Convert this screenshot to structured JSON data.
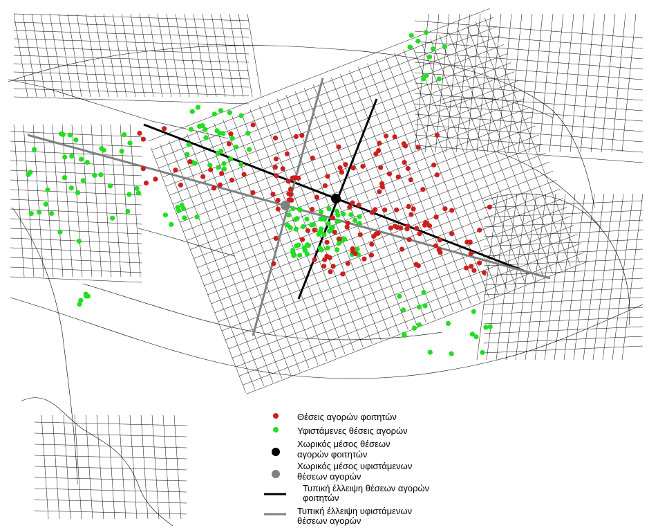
{
  "map": {
    "colors": {
      "background": "#ffffff",
      "street": "#000000",
      "student_points": "#cc1f1f",
      "existing_points": "#22dd22",
      "student_axis": "#000000",
      "existing_axis": "#808080",
      "student_mean": "#000000",
      "existing_mean": "#808080"
    }
  },
  "legend": {
    "items": [
      {
        "symbol": "dot-red",
        "label": "Θέσεις αγορών φοιτητών"
      },
      {
        "symbol": "dot-green",
        "label": "Υφιστάμενες θέσεις αγορών"
      },
      {
        "symbol": "dot-black",
        "label": [
          "Χωρικός μέσος θέσεων",
          "αγορών φοιτητών"
        ]
      },
      {
        "symbol": "dot-grey",
        "label": [
          "Χωρικός μέσος  υφιστάμενων",
          "θέσεων αγορών"
        ]
      },
      {
        "symbol": "line-black",
        "label": [
          "Τυπική έλλειψη θέσεων αγορών",
          "φοιτητών"
        ]
      },
      {
        "symbol": "line-grey",
        "label": [
          "Τυπική έλλειψη υφιστάμενων",
          "θέσεων αγορών"
        ]
      }
    ]
  }
}
